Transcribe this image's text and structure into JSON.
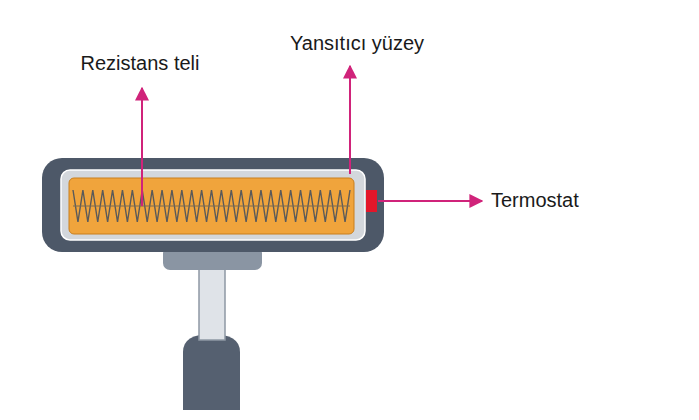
{
  "diagram": {
    "labels": [
      "Rezistans teli",
      "Yansıtıcı yüzey",
      "Termostat"
    ]
  }
}
